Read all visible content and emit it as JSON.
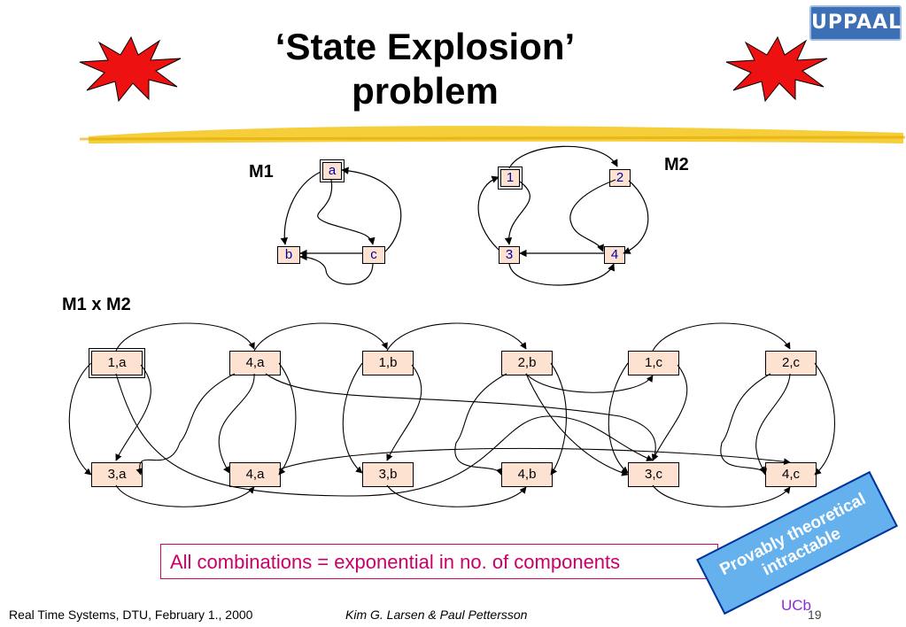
{
  "title": {
    "line1": "‘State Explosion’",
    "line2": "problem"
  },
  "logo": {
    "text": "UPPAAL"
  },
  "m1": {
    "label": "M1",
    "states": [
      "a",
      "b",
      "c"
    ]
  },
  "m2": {
    "label": "M2",
    "states": [
      "1",
      "2",
      "3",
      "4"
    ]
  },
  "product": {
    "label": "M1 x M2",
    "top_row": [
      "1,a",
      "4,a",
      "1,b",
      "2,b",
      "1,c",
      "2,c"
    ],
    "bottom_row": [
      "3,a",
      "4,a",
      "3,b",
      "4,b",
      "3,c",
      "4,c"
    ]
  },
  "combinations_text": "All combinations = exponential in no. of components",
  "banner": {
    "line1": "Provably theoretical",
    "line2": "intractable"
  },
  "footer": {
    "left": "Real Time Systems, DTU, February 1., 2000",
    "center": "Kim G. Larsen & Paul Pettersson",
    "uc": "UCb",
    "page": "19"
  },
  "colors": {
    "state_fill": "#fde2d2",
    "accent_magenta": "#c8006a",
    "banner_blue": "#65b1ee",
    "starburst_red": "#ee1111",
    "highlighter_yellow": "#f5c518"
  }
}
